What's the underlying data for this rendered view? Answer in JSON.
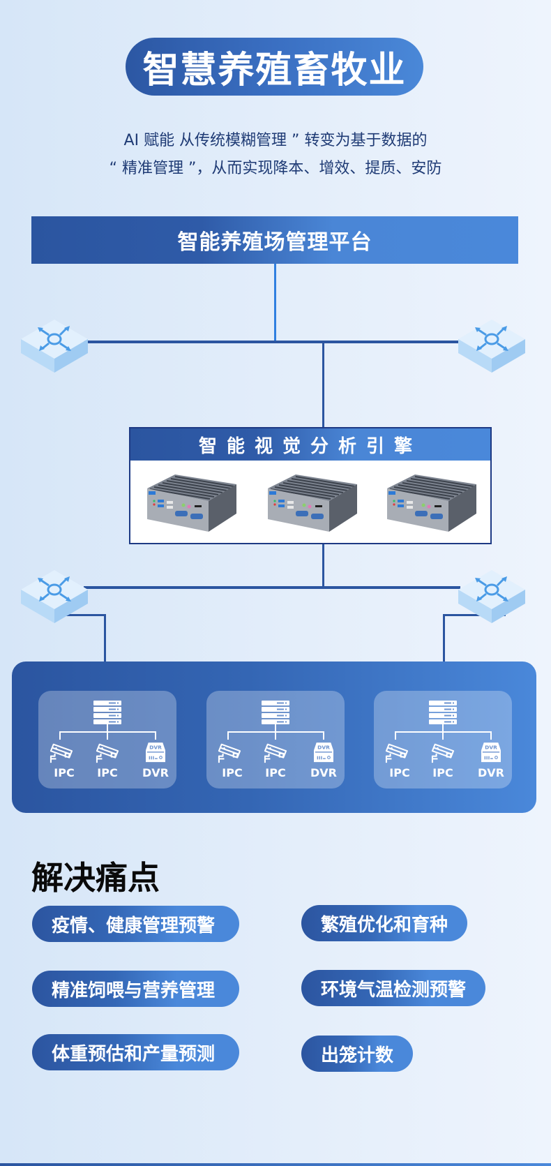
{
  "header": {
    "title": "智慧养殖畜牧业",
    "subtitle_line1": "AI 赋能 从传统模糊管理 ” 转变为基于数据的",
    "subtitle_line2": "“ 精准管理 ”，从而实现降本、增效、提质、安防"
  },
  "diagram": {
    "platform_label": "智能养殖场管理平台",
    "engine_label": "智能视觉分析引擎",
    "switches": [
      {
        "icon": "network-switch-icon",
        "position": "upper-left"
      },
      {
        "icon": "network-switch-icon",
        "position": "upper-right"
      },
      {
        "icon": "network-switch-icon",
        "position": "lower-left"
      },
      {
        "icon": "network-switch-icon",
        "position": "lower-right"
      }
    ],
    "engine_devices": [
      {
        "icon": "edge-computer-icon"
      },
      {
        "icon": "edge-computer-icon"
      },
      {
        "icon": "edge-computer-icon"
      }
    ],
    "device_groups": [
      {
        "server_icon": "server-icon",
        "devices": [
          {
            "icon": "ip-camera-icon",
            "label": "IPC"
          },
          {
            "icon": "ip-camera-icon",
            "label": "IPC"
          },
          {
            "icon": "dvr-icon",
            "label": "DVR",
            "badge": "DVR"
          }
        ]
      },
      {
        "server_icon": "server-icon",
        "devices": [
          {
            "icon": "ip-camera-icon",
            "label": "IPC"
          },
          {
            "icon": "ip-camera-icon",
            "label": "IPC"
          },
          {
            "icon": "dvr-icon",
            "label": "DVR",
            "badge": "DVR"
          }
        ]
      },
      {
        "server_icon": "server-icon",
        "devices": [
          {
            "icon": "ip-camera-icon",
            "label": "IPC"
          },
          {
            "icon": "ip-camera-icon",
            "label": "IPC"
          },
          {
            "icon": "dvr-icon",
            "label": "DVR",
            "badge": "DVR"
          }
        ]
      }
    ]
  },
  "pain_points": {
    "heading": "解决痛点",
    "items": [
      "疫情、健康管理预警",
      "繁殖优化和育种",
      "精准饲喂与营养管理",
      "环境气温检测预警",
      "体重预估和产量预测",
      "出笼计数"
    ]
  },
  "colors": {
    "primary_dark": "#2b55a0",
    "primary_light": "#4a88da",
    "text_dark": "#1e3a74",
    "switch_face": "#d8ebfb",
    "switch_arrow": "#4a9be6"
  }
}
